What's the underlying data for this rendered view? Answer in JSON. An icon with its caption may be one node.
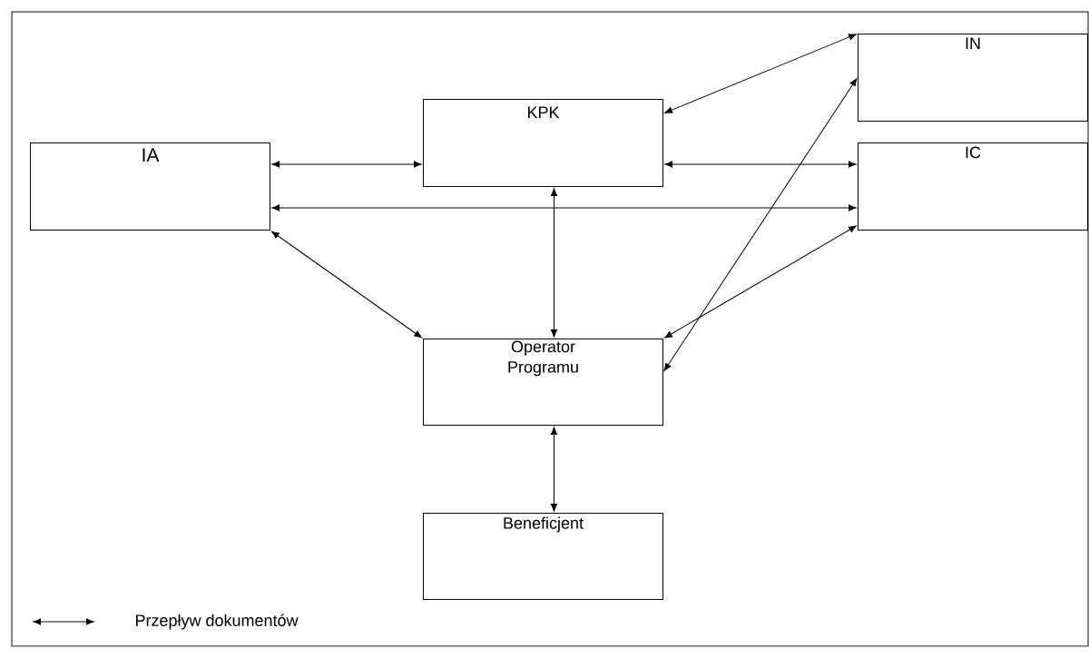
{
  "diagram": {
    "nodes": [
      {
        "text": [
          "IA"
        ]
      },
      {
        "text": [
          "KPK"
        ]
      },
      {
        "text": [
          "IN"
        ]
      },
      {
        "text": [
          "IC"
        ]
      },
      {
        "text": [
          "Operator Programu"
        ]
      },
      {
        "text": [
          "Beneficjent"
        ]
      }
    ],
    "edges": [
      {
        "from": 0,
        "to": 1,
        "arrow": "both"
      },
      {
        "from": 1,
        "to": 3,
        "arrow": "both"
      },
      {
        "from": 0,
        "to": 3,
        "arrow": "both"
      },
      {
        "from": 0,
        "to": 4,
        "arrow": "both"
      },
      {
        "from": 1,
        "to": 4,
        "arrow": "both"
      },
      {
        "from": 1,
        "to": 2,
        "arrow": "both"
      },
      {
        "from": 3,
        "to": 4,
        "arrow": "both"
      },
      {
        "from": 2,
        "to": 4,
        "arrow": "both"
      },
      {
        "from": 4,
        "to": 5,
        "arrow": "both"
      }
    ],
    "legend": [
      {
        "text": "Przepływ dokumentów"
      }
    ]
  }
}
